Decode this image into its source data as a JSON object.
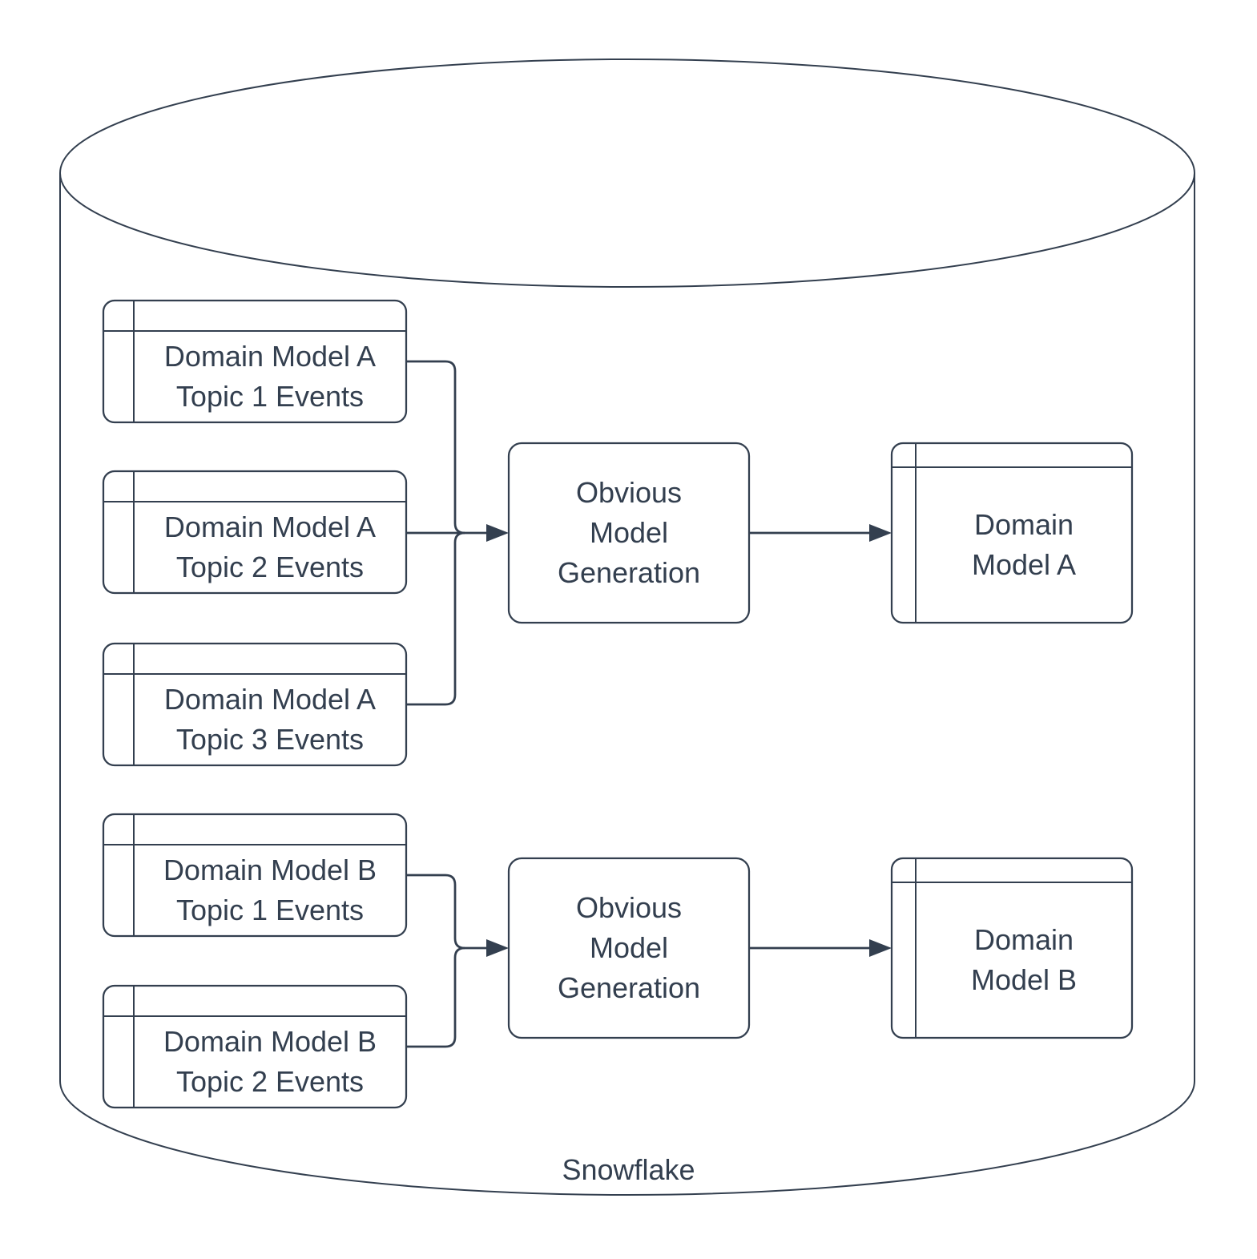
{
  "diagram": {
    "type": "flow-diagram",
    "colors": {
      "stroke": "#333f4f",
      "text": "#333f4f",
      "background": "#ffffff"
    },
    "container": {
      "shape": "cylinder",
      "label": "Snowflake"
    },
    "nodes": {
      "a_topic1": {
        "shape": "table",
        "label": "Domain Model A\nTopic 1 Events"
      },
      "a_topic2": {
        "shape": "table",
        "label": "Domain Model A\nTopic 2 Events"
      },
      "a_topic3": {
        "shape": "table",
        "label": "Domain Model A\nTopic 3 Events"
      },
      "a_process": {
        "shape": "process",
        "label": "Obvious\nModel\nGeneration"
      },
      "a_output": {
        "shape": "table",
        "label": "Domain\nModel A"
      },
      "b_topic1": {
        "shape": "table",
        "label": "Domain Model B\nTopic 1 Events"
      },
      "b_topic2": {
        "shape": "table",
        "label": "Domain Model B\nTopic 2 Events"
      },
      "b_process": {
        "shape": "process",
        "label": "Obvious\nModel\nGeneration"
      },
      "b_output": {
        "shape": "table",
        "label": "Domain\nModel B"
      }
    },
    "edges": [
      {
        "from": "a_topic1",
        "to": "a_process"
      },
      {
        "from": "a_topic2",
        "to": "a_process"
      },
      {
        "from": "a_topic3",
        "to": "a_process"
      },
      {
        "from": "a_process",
        "to": "a_output"
      },
      {
        "from": "b_topic1",
        "to": "b_process"
      },
      {
        "from": "b_topic2",
        "to": "b_process"
      },
      {
        "from": "b_process",
        "to": "b_output"
      }
    ]
  }
}
